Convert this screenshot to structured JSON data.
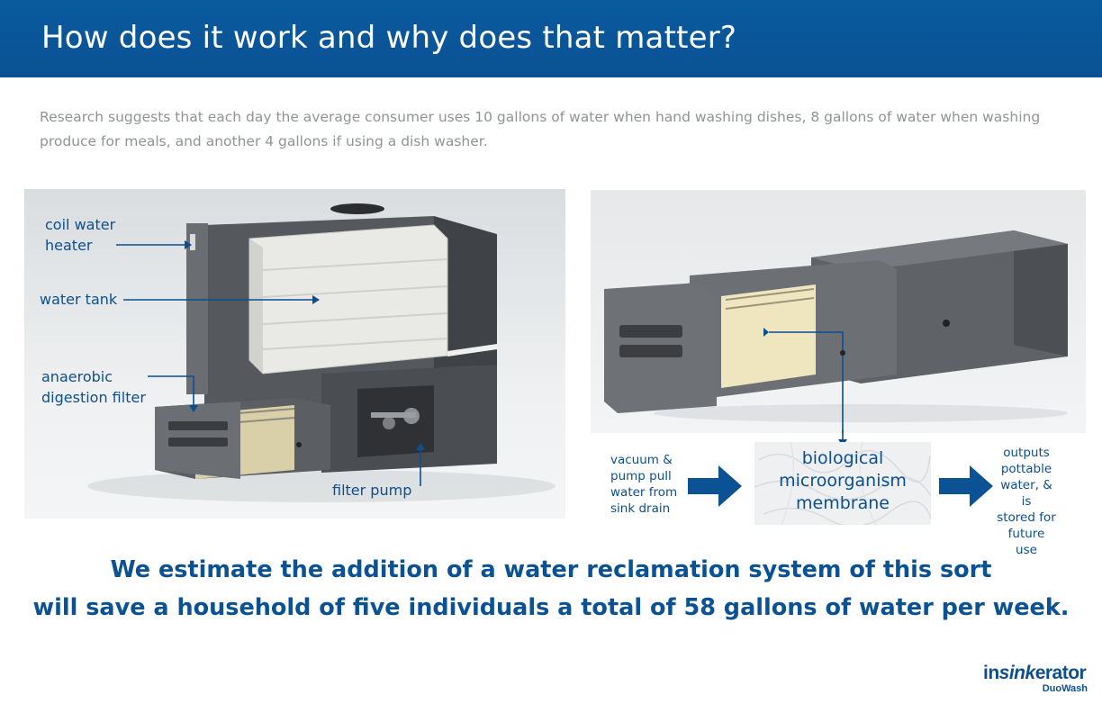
{
  "header": {
    "title": "How does it work and why does that matter?"
  },
  "intro": "Research suggests that each day the average consumer uses 10 gallons of water when hand washing dishes, 8 gallons of water when washing produce for meals, and another 4 gallons if using a dish washer.",
  "diagram_left": {
    "labels": {
      "coil_heater_line1": "coil water",
      "coil_heater_line2": "heater",
      "water_tank": "water tank",
      "anaerobic_line1": "anaerobic",
      "anaerobic_line2": "digestion filter",
      "filter_pump": "filter pump"
    }
  },
  "flow": {
    "input_line1": "vacuum &",
    "input_line2": "pump pull",
    "input_line3": "water from",
    "input_line4": "sink drain",
    "membrane_line1": "biological",
    "membrane_line2": "microorganism",
    "membrane_line3": "membrane",
    "output_line1": "outputs",
    "output_line2": "pottable",
    "output_line3": "water, & is",
    "output_line4": "stored for",
    "output_line5": "future use"
  },
  "conclusion": {
    "line1": "We estimate the addition of a water reclamation system of this sort",
    "line2": "will save a household of five individuals a total of 58 gallons of water per week."
  },
  "logo": {
    "prefix": "in",
    "middle": "sink",
    "suffix": "erator",
    "sub": "DuoWash"
  },
  "colors": {
    "brand_blue": "#0b5294",
    "label_blue": "#0b4f8f",
    "intro_gray": "#8f9398"
  }
}
